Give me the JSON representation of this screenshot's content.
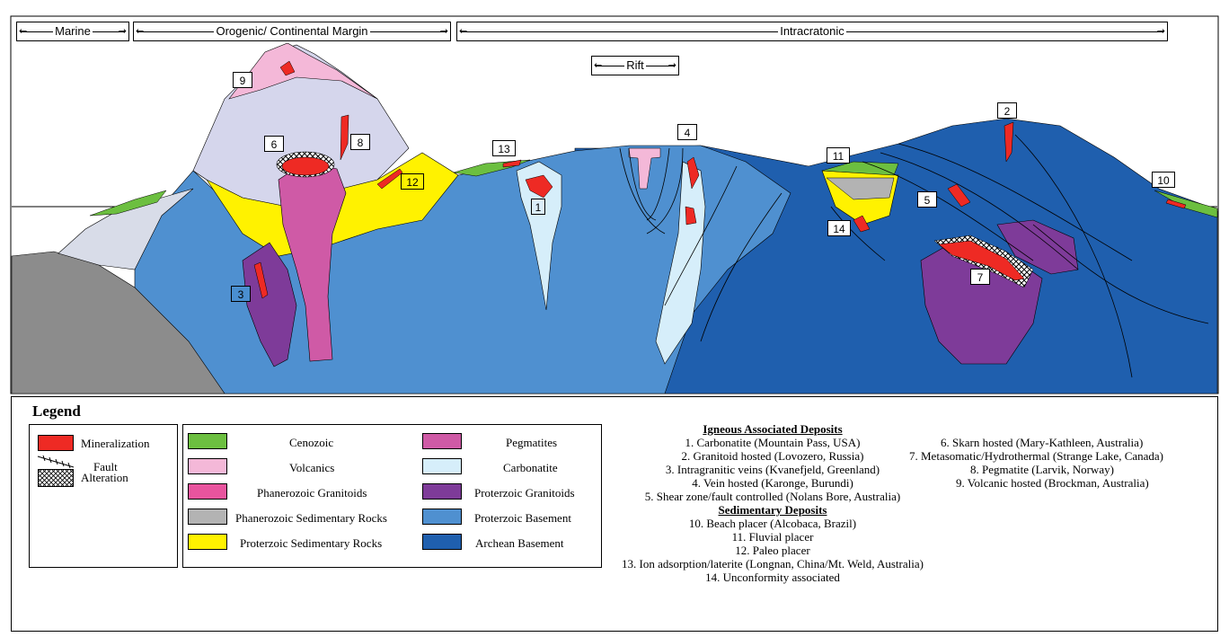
{
  "header": {
    "marine": "Marine",
    "orogenic": "Orogenic/ Continental Margin",
    "intracratonic": "Intracratonic",
    "rift": "Rift"
  },
  "markers": [
    "1",
    "2",
    "3",
    "4",
    "5",
    "6",
    "7",
    "8",
    "9",
    "10",
    "11",
    "12",
    "13",
    "14"
  ],
  "legend": {
    "title": "Legend",
    "symbols": [
      "Mineralization",
      "Fault",
      "Alteration"
    ],
    "units_left": [
      "Cenozoic",
      "Volcanics",
      "Phanerozoic Granitoids",
      "Phanerozoic Sedimentary Rocks",
      "Proterzoic Sedimentary Rocks"
    ],
    "units_right": [
      "Pegmatites",
      "Carbonatite",
      "Proterzoic Granitoids",
      "Proterzoic Basement",
      "Archean Basement"
    ],
    "colors": {
      "cenozoic": "#6cbf40",
      "volcanics": "#f4b8d8",
      "phanerozoic_granitoids": "#e8549e",
      "phanerozoic_sedimentary": "#b3b3b3",
      "proterozoic_sedimentary": "#fff200",
      "pegmatites": "#cf5aa6",
      "carbonatite": "#d6eefa",
      "proterozoic_granitoids": "#7e3b99",
      "proterozoic_basement": "#4f90d0",
      "archean_basement": "#1f5fae",
      "mineralization": "#ee2a24"
    }
  },
  "deposits": {
    "igneous_heading": "Igneous Associated Deposits",
    "igneous_left": [
      "1. Carbonatite (Mountain Pass, USA)",
      "2. Granitoid hosted (Lovozero, Russia)",
      "3. Intragranitic veins (Kvanefjeld, Greenland)",
      "4. Vein hosted (Karonge, Burundi)",
      "5. Shear zone/fault controlled (Nolans Bore, Australia)"
    ],
    "igneous_right": [
      "6. Skarn hosted (Mary-Kathleen, Australia)",
      "7. Metasomatic/Hydrothermal (Strange Lake, Canada)",
      "8. Pegmatite (Larvik, Norway)",
      "9. Volcanic hosted (Brockman, Australia)"
    ],
    "sedimentary_heading": "Sedimentary Deposits",
    "sedimentary": [
      "10. Beach placer (Alcobaca, Brazil)",
      "11. Fluvial placer",
      "12. Paleo placer",
      "13. Ion adsorption/laterite (Longnan, China/Mt. Weld, Australia)",
      "14. Unconformity associated"
    ]
  }
}
